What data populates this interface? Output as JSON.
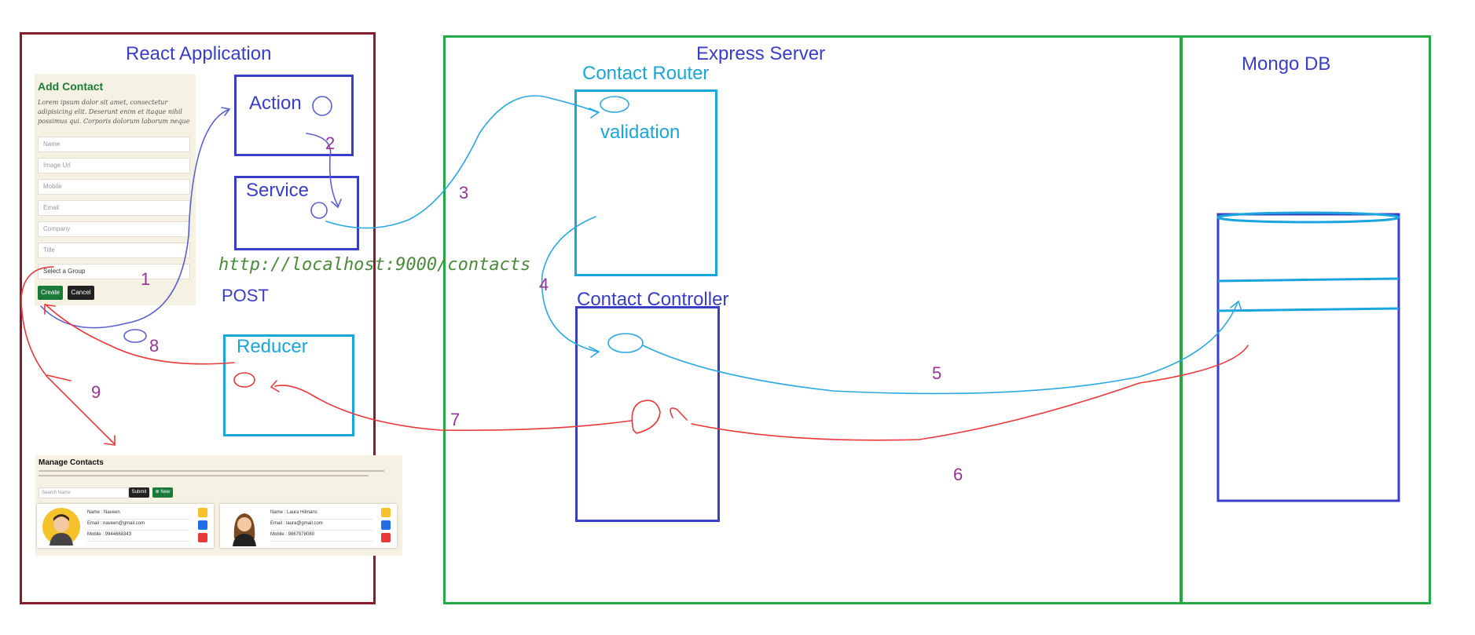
{
  "react": {
    "title": "React Application",
    "action": "Action",
    "service": "Service",
    "reducer": "Reducer",
    "url": "http://localhost:9000/contacts",
    "method": "POST",
    "form": {
      "title": "Add Contact",
      "lorem": "Lorem ipsum dolor sit amet, consectetur adipisicing elit. Deserunt enim et itaque nihil possimus qui. Corporis dolorum laborum neque",
      "fields": [
        "Name",
        "Image Url",
        "Mobile",
        "Email",
        "Company",
        "Title"
      ],
      "select_value": "Select a Group",
      "create_label": "Create",
      "cancel_label": "Cancel"
    },
    "manage": {
      "title": "Manage Contacts",
      "search_placeholder": "Search Name",
      "submit_label": "Submit",
      "new_label": "New",
      "cards": [
        {
          "name": "Name : Naveen",
          "email": "Email : naveen@gmail.com",
          "mobile": "Mobile : 9944668343"
        },
        {
          "name": "Name : Laura Hilmans",
          "email": "Email : laura@gmail.com",
          "mobile": "Mobile : 9867978080"
        }
      ]
    }
  },
  "express": {
    "title": "Express Server",
    "router_title": "Contact Router",
    "validation": "validation",
    "controller_title": "Contact Controller"
  },
  "mongo": {
    "title": "Mongo DB"
  },
  "steps": [
    "1",
    "2",
    "3",
    "4",
    "5",
    "6",
    "7",
    "8",
    "9"
  ],
  "colors": {
    "react_border": "#8b1a2b",
    "express_border": "#22aa44",
    "blue_box": "#3a3dc8",
    "cyan_box": "#1aa6dd",
    "red_arrow": "#e8383a",
    "step_number": "#993399",
    "url_green": "#4a8a3a"
  }
}
